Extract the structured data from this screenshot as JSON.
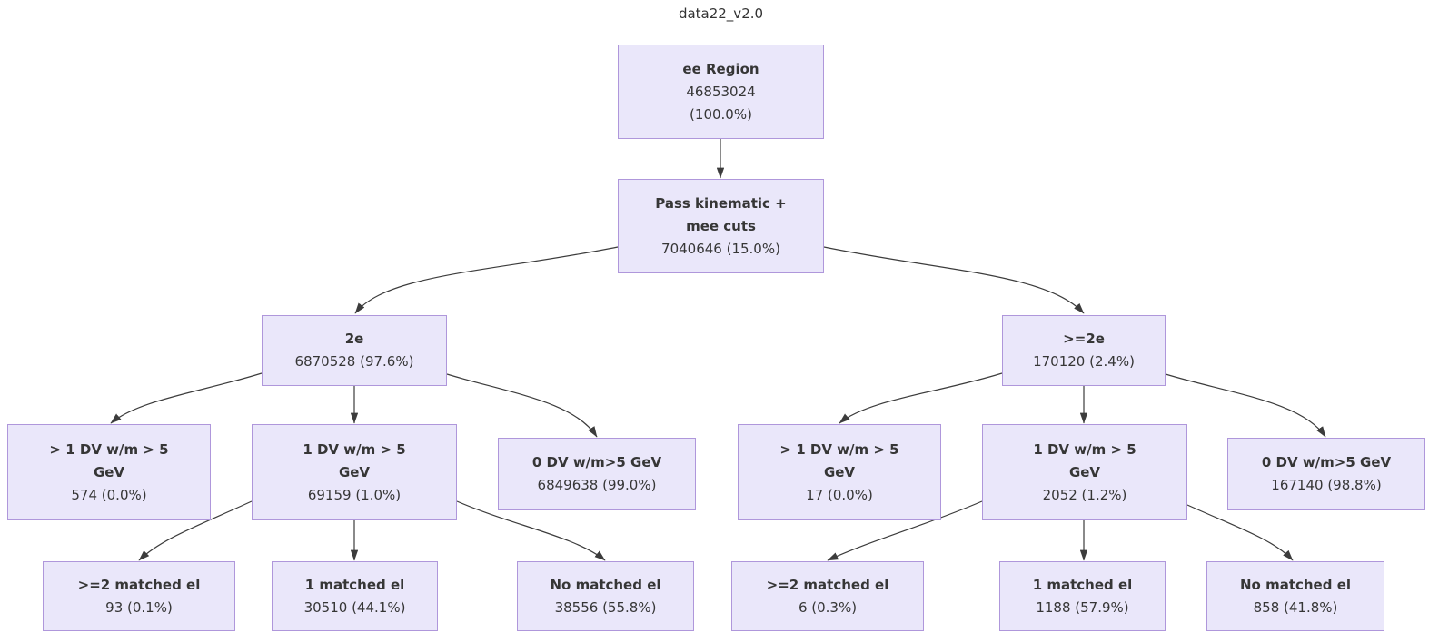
{
  "title": "data22_v2.0",
  "colors": {
    "node_fill": "#EAE7FA",
    "node_border": "#AF97DB",
    "edge": "#3C3C3C",
    "text": "#363636",
    "title_text": "#333333"
  },
  "nodes": {
    "root": {
      "title": "ee Region",
      "stats1": "46853024",
      "stats2": "(100.0%)"
    },
    "pass": {
      "title1": "Pass kinematic +",
      "title2": "mee cuts",
      "stats": "7040646 (15.0%)"
    },
    "two_e": {
      "title": "2e",
      "stats": "6870528 (97.6%)"
    },
    "ge_two_e": {
      "title": ">=2e",
      "stats": "170120 (2.4%)"
    },
    "left_gt1_dv": {
      "title1": "> 1 DV w/m > 5",
      "title2": "GeV",
      "stats": "574 (0.0%)"
    },
    "left_1_dv": {
      "title1": "1 DV w/m > 5",
      "title2": "GeV",
      "stats": "69159 (1.0%)"
    },
    "left_0_dv": {
      "title": "0 DV w/m>5 GeV",
      "stats": "6849638 (99.0%)"
    },
    "right_gt1_dv": {
      "title1": "> 1 DV w/m > 5",
      "title2": "GeV",
      "stats": "17 (0.0%)"
    },
    "right_1_dv": {
      "title1": "1 DV w/m > 5",
      "title2": "GeV",
      "stats": "2052 (1.2%)"
    },
    "right_0_dv": {
      "title": "0 DV w/m>5 GeV",
      "stats": "167140 (98.8%)"
    },
    "left_ge2_matched": {
      "title": ">=2 matched el",
      "stats": "93 (0.1%)"
    },
    "left_1_matched": {
      "title": "1 matched el",
      "stats": "30510 (44.1%)"
    },
    "left_no_matched": {
      "title": "No matched el",
      "stats": "38556 (55.8%)"
    },
    "right_ge2_matched": {
      "title": ">=2 matched el",
      "stats": "6 (0.3%)"
    },
    "right_1_matched": {
      "title": "1 matched el",
      "stats": "1188 (57.9%)"
    },
    "right_no_matched": {
      "title": "No matched el",
      "stats": "858 (41.8%)"
    }
  }
}
